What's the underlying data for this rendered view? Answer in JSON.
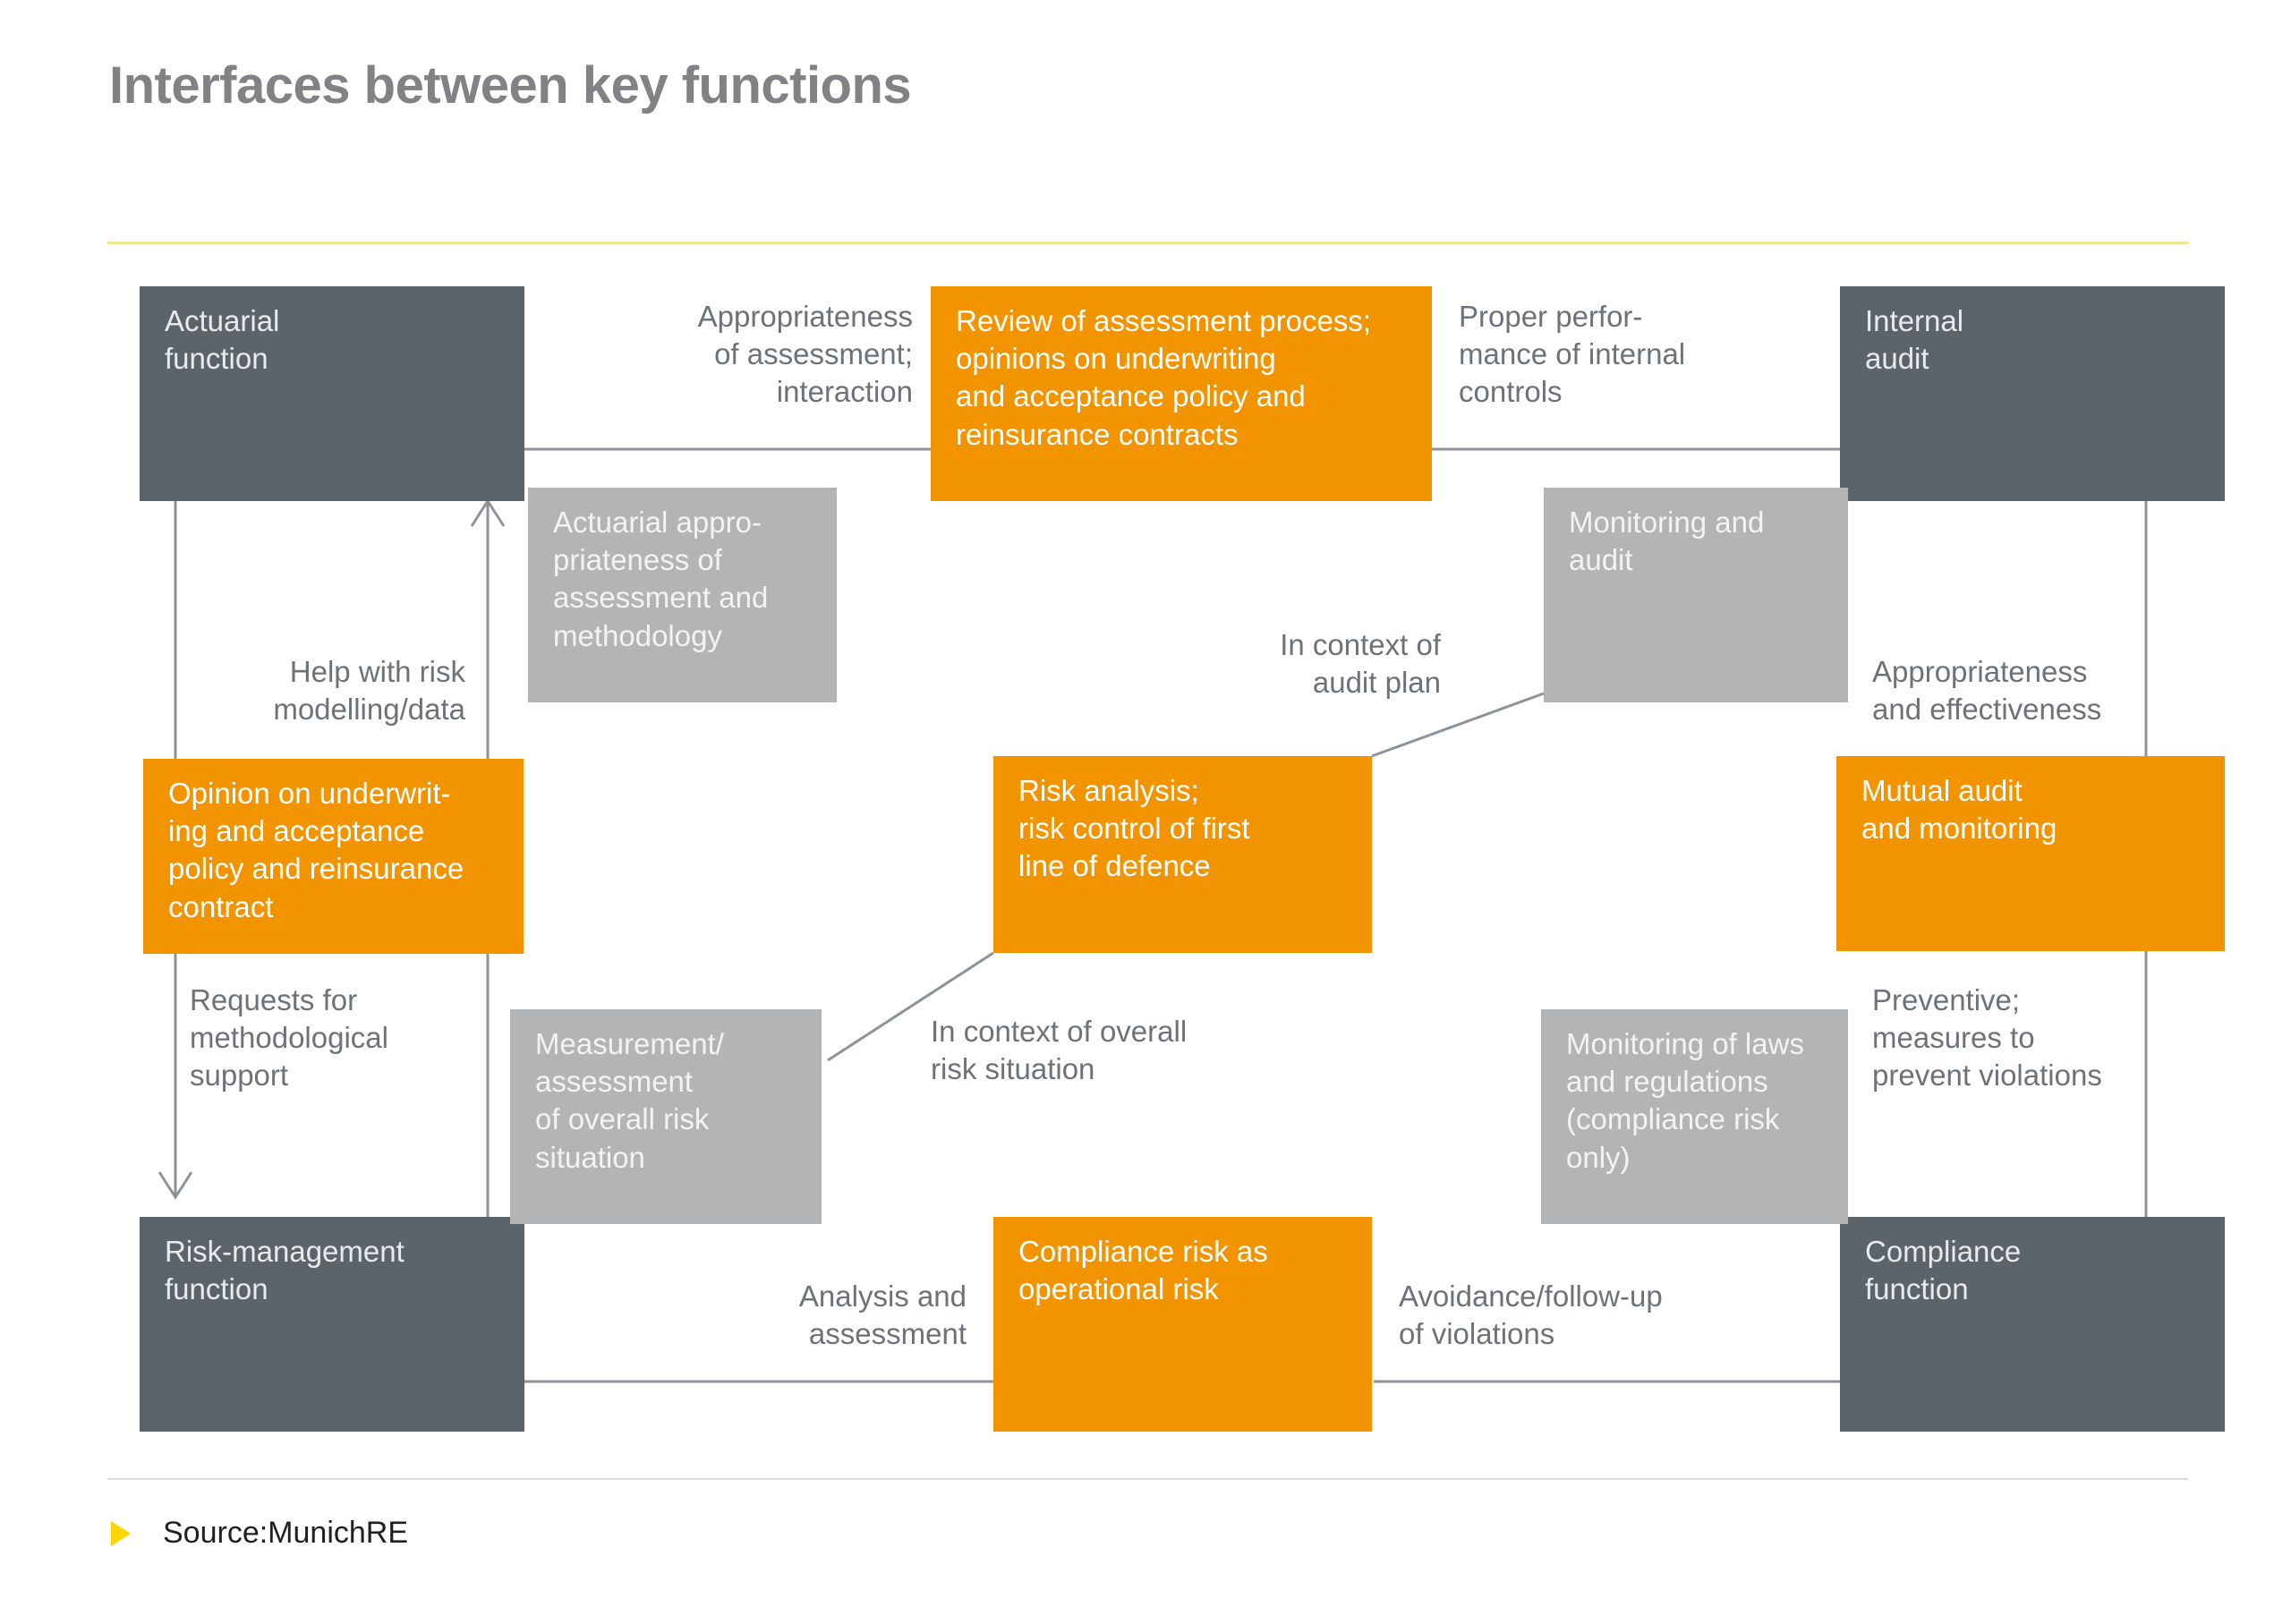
{
  "page": {
    "title": "Interfaces between key functions",
    "background_color": "#ffffff",
    "title_color": "#808285",
    "rule_color": "#f4e58c"
  },
  "colors": {
    "dark_box": "#5c646b",
    "orange_box": "#f29400",
    "grey_box": "#b2b4b6",
    "label_text": "#6d7278",
    "connector": "#8d9398",
    "bullet": "#ffd500"
  },
  "diagram": {
    "corner_boxes": [
      {
        "id": "actuarial-function",
        "label": "Actuarial\nfunction",
        "style": "dark"
      },
      {
        "id": "internal-audit",
        "label": "Internal\naudit",
        "style": "dark"
      },
      {
        "id": "risk-management-function",
        "label": "Risk-management\nfunction",
        "style": "dark"
      },
      {
        "id": "compliance-function",
        "label": "Compliance\nfunction",
        "style": "dark"
      }
    ],
    "orange_boxes": [
      {
        "id": "review-of-assessment-process",
        "label": "Review of assessment process;\nopinions on underwriting\nand acceptance policy and\nreinsurance contracts"
      },
      {
        "id": "opinion-on-underwriting",
        "label": "Opinion on underwrit-\ning and acceptance\npolicy and reinsurance\ncontract"
      },
      {
        "id": "risk-analysis",
        "label": "Risk analysis;\nrisk control of first\nline of defence"
      },
      {
        "id": "mutual-audit-and-monitoring",
        "label": "Mutual audit\nand monitoring"
      },
      {
        "id": "compliance-risk-as-operational-risk",
        "label": "Compliance risk as\noperational risk"
      }
    ],
    "grey_boxes": [
      {
        "id": "actuarial-appropriateness",
        "label": "Actuarial appro-\npriateness of\nassessment and\nmethodology"
      },
      {
        "id": "monitoring-and-audit",
        "label": "Monitoring and\naudit"
      },
      {
        "id": "measurement-assessment",
        "label": "Measurement/\nassessment\nof overall risk\nsituation"
      },
      {
        "id": "monitoring-of-laws",
        "label": "Monitoring of laws\nand regulations\n(compliance risk\nonly)"
      }
    ],
    "labels": [
      {
        "id": "appropriateness-of-assessment",
        "label": "Appropriateness\nof assessment;\ninteraction",
        "align": "right"
      },
      {
        "id": "proper-performance-of-controls",
        "label": "Proper perfor-\nmance of internal\ncontrols",
        "align": "left"
      },
      {
        "id": "help-with-risk-modelling",
        "label": "Help with risk\nmodelling/data",
        "align": "right"
      },
      {
        "id": "in-context-of-audit-plan",
        "label": "In context of\naudit plan",
        "align": "right"
      },
      {
        "id": "appropriateness-and-effectiveness",
        "label": "Appropriateness\nand effectiveness",
        "align": "left"
      },
      {
        "id": "requests-for-methodological-support",
        "label": "Requests for\nmethodological\nsupport",
        "align": "left"
      },
      {
        "id": "in-context-of-overall-risk",
        "label": "In context of overall\nrisk situation",
        "align": "left"
      },
      {
        "id": "preventive-measures",
        "label": "Preventive;\nmeasures to\nprevent violations",
        "align": "left"
      },
      {
        "id": "analysis-and-assessment",
        "label": "Analysis and\nassessment",
        "align": "right"
      },
      {
        "id": "avoidance-follow-up",
        "label": "Avoidance/follow-up\nof violations",
        "align": "left"
      }
    ]
  },
  "footer": {
    "source": "Source:MunichRE"
  }
}
